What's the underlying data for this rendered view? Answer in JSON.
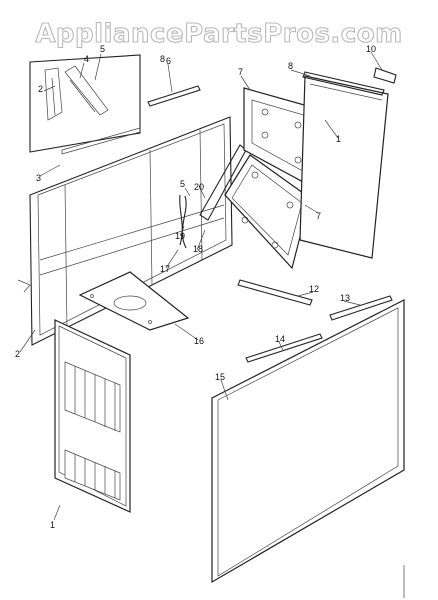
{
  "watermark": "AppliancePartsPros.com",
  "labels": {
    "p1": "1",
    "p1b": "1",
    "p2": "2",
    "p2b": "2",
    "p3": "3",
    "p4": "4",
    "p5": "5",
    "p5b": "5",
    "p6": "6",
    "p7": "7",
    "p7b": "7",
    "p8": "8",
    "p8b": "8",
    "p10": "10",
    "p12": "12",
    "p13": "13",
    "p14": "14",
    "p15": "15",
    "p16": "16",
    "p17": "17",
    "p18": "18",
    "p19": "19",
    "p20": "20"
  }
}
